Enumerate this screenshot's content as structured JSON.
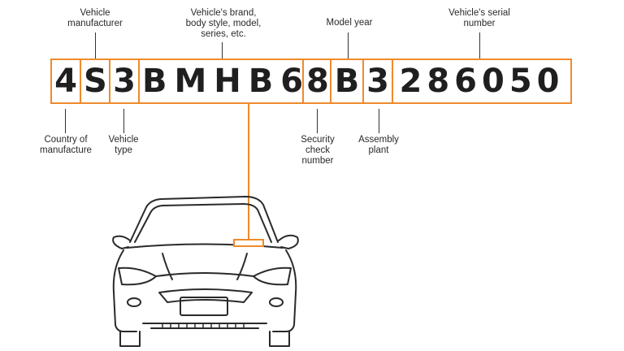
{
  "vin": {
    "segments": [
      {
        "name": "country",
        "chars": "4"
      },
      {
        "name": "manufacturer",
        "chars": "S"
      },
      {
        "name": "vehicle-type",
        "chars": "3"
      },
      {
        "name": "descriptor",
        "chars": "BMHB6"
      },
      {
        "name": "security-check",
        "chars": "8"
      },
      {
        "name": "model-year",
        "chars": "B"
      },
      {
        "name": "assembly-plant",
        "chars": "3"
      },
      {
        "name": "serial",
        "chars": "286050"
      }
    ]
  },
  "labels": {
    "vehicle_manufacturer": "Vehicle\nmanufacturer",
    "brand_body": "Vehicle's brand,\nbody style, model,\nseries, etc.",
    "model_year": "Model year",
    "serial_number": "Vehicle's serial\nnumber",
    "country": "Country of\nmanufacture",
    "vehicle_type": "Vehicle\ntype",
    "security_check": "Security\ncheck\nnumber",
    "assembly_plant": "Assembly\nplant"
  },
  "colors": {
    "accent": "#ee8a2c",
    "text": "#222222",
    "line": "#333333"
  }
}
